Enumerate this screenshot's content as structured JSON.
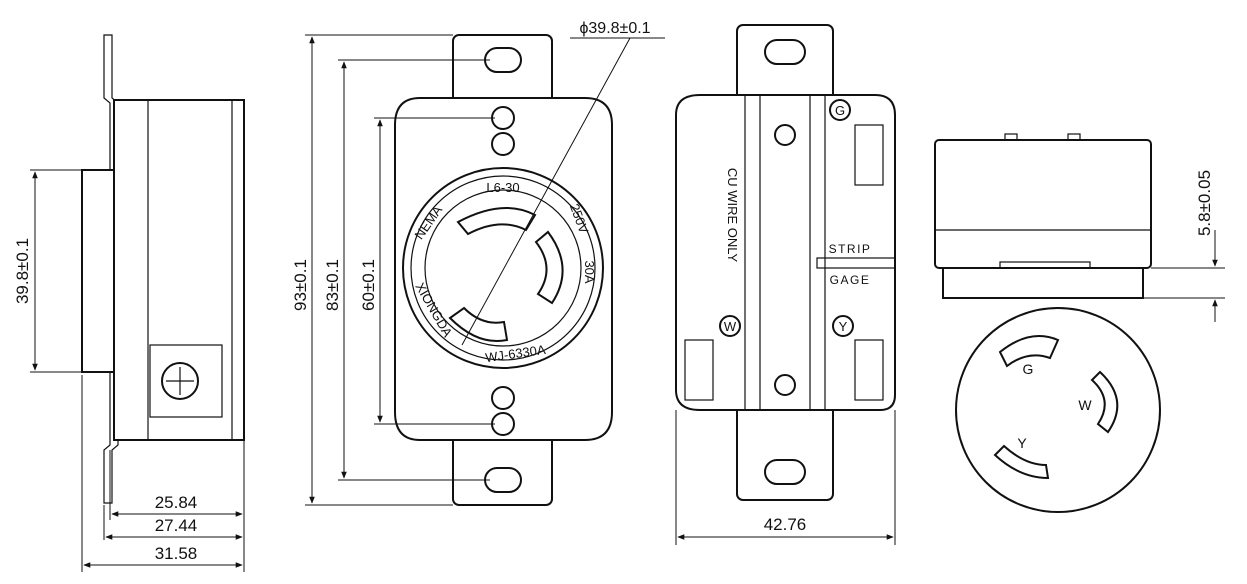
{
  "side_view": {
    "dims": {
      "height": "39.8±0.1",
      "d1": "25.84",
      "d2": "27.44",
      "d3": "31.58"
    }
  },
  "front_view": {
    "dims": {
      "diameter": "ϕ39.8±0.1",
      "h93": "93±0.1",
      "h83": "83±0.1",
      "h60": "60±0.1"
    },
    "face_text": {
      "nema": "NEMA",
      "type": "L6-30",
      "volt": "250V",
      "amp": "30A",
      "maker": "XIONGDA",
      "model": "WJ-6330A"
    }
  },
  "back_view": {
    "wire_text": "CU WIRE ONLY",
    "strip_text": "STRIP",
    "gage_text": "GAGE",
    "terminals": {
      "g": "G",
      "w": "W",
      "y": "Y"
    },
    "dims": {
      "width": "42.76"
    }
  },
  "top_view": {
    "dims": {
      "height": "5.8±0.05"
    }
  },
  "plug_face": {
    "labels": {
      "g": "G",
      "w": "W",
      "y": "Y"
    }
  }
}
